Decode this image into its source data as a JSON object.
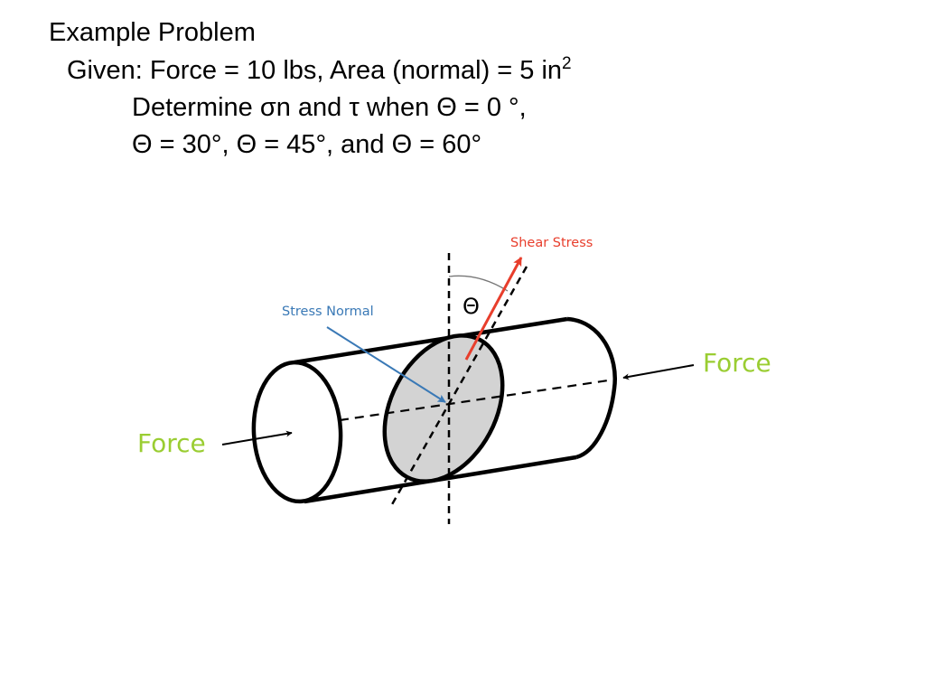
{
  "problem": {
    "heading": "Example Problem",
    "given_prefix": "Given: Force = 10 lbs, Area (normal) = 5 in",
    "given_exponent": "2",
    "determine_line1": "Determine σn and τ when Θ = 0 °,",
    "determine_line2": "Θ = 30°, Θ = 45°, and Θ = 60°"
  },
  "diagram": {
    "force_left_label": "Force",
    "force_right_label": "Force",
    "stress_normal_label": "Stress Normal",
    "shear_stress_label": "Shear Stress",
    "theta_label": "Θ",
    "colors": {
      "force_label": "#9acd32",
      "stress_normal": "#3a79b6",
      "shear_stress": "#e83e2c",
      "plane_fill": "#d3d3d3",
      "outline": "#000000"
    }
  }
}
